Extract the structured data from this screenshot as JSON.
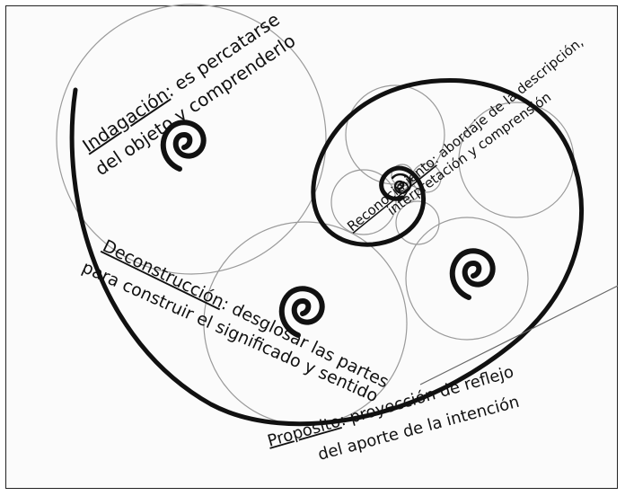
{
  "labels": {
    "indagacion": {
      "term": "Indagación",
      "rest": ": es percatarse",
      "line2": "del objeto y comprenderlo"
    },
    "reconocimiento": {
      "term": "Reconocimiento",
      "rest": ": abordaje de la descripción,",
      "line2": "interpretación y comprensión"
    },
    "deconstruccion": {
      "term": "Deconstrucción",
      "rest": ": desglosar las partes",
      "line2": "para construir el significado y sentido"
    },
    "proposito": {
      "term": "Propósito",
      "rest": ": proyección de reflejo",
      "line2": "del aporte de la intención"
    }
  },
  "colors": {
    "ink": "#111111",
    "circle": "#9a9a9a",
    "paper": "#fbfbfb"
  },
  "icons": [
    "spiral-icon",
    "spiral-icon",
    "spiral-icon",
    "spiral-icon"
  ]
}
